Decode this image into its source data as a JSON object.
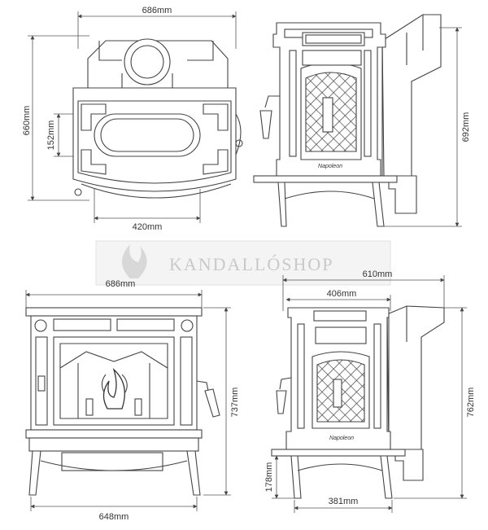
{
  "watermark": "KANDALLÓSHOP",
  "top_view": {
    "width_label": "686mm",
    "depth_label": "660mm",
    "window_label": "152mm",
    "front_label": "420mm"
  },
  "side_view_top": {
    "height_label": "692mm",
    "badge": "Napoleon"
  },
  "front_view": {
    "width_label": "686mm",
    "height_label": "737mm",
    "base_label": "648mm"
  },
  "side_view_bottom": {
    "depth_label": "610mm",
    "top_label": "406mm",
    "height_label": "762mm",
    "leg_label": "178mm",
    "base_label": "381mm",
    "badge": "Napoleon"
  }
}
